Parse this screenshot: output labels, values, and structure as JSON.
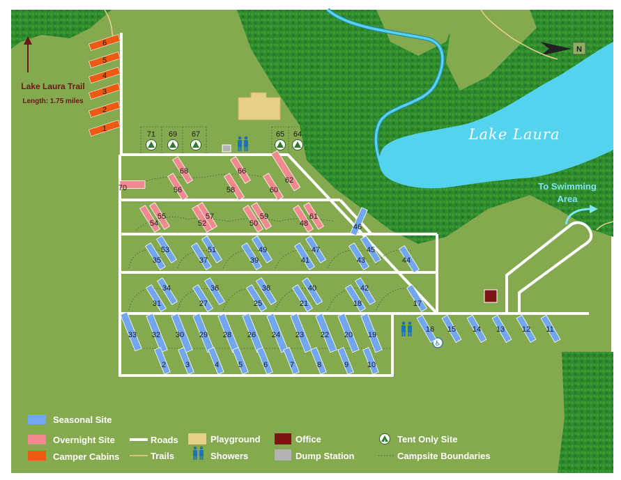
{
  "map": {
    "lake_name": "Lake Laura",
    "swim_line1": "To Swimming",
    "swim_line2": "Area",
    "trail_name": "Lake Laura Trail",
    "trail_length": "Length: 1.75 miles",
    "north_label": "N"
  },
  "colors": {
    "seasonal": "#72a6ef",
    "overnight": "#f08a8e",
    "cabin": "#ef5a13",
    "office": "#7d1414",
    "dump": "#b3b3b3",
    "playground": "#e6cf86",
    "lake": "#54d3ee",
    "forest": "#2f8a2c",
    "grass": "#84a94f",
    "showers": "#1b74b7"
  },
  "sites": {
    "cabins": [
      "6",
      "5",
      "4",
      "3",
      "2",
      "1"
    ],
    "tent_sites": [
      "71",
      "69",
      "67",
      "65",
      "64"
    ],
    "overnight": [
      "70",
      "68",
      "56",
      "66",
      "58",
      "62",
      "60",
      "55",
      "54",
      "57",
      "52",
      "59",
      "50",
      "61",
      "48"
    ],
    "seasonal": [
      "46",
      "53",
      "35",
      "51",
      "37",
      "49",
      "39",
      "47",
      "41",
      "45",
      "43",
      "44",
      "34",
      "31",
      "36",
      "27",
      "38",
      "25",
      "40",
      "21",
      "42",
      "18",
      "17",
      "33",
      "32",
      "30",
      "29",
      "28",
      "26",
      "24",
      "23",
      "22",
      "20",
      "19",
      "2",
      "3",
      "4",
      "5",
      "6",
      "7",
      "8",
      "9",
      "10",
      "16",
      "15",
      "14",
      "13",
      "12",
      "11"
    ]
  },
  "legend": {
    "seasonal": "Seasonal Site",
    "overnight": "Overnight Site",
    "cabins": "Camper Cabins",
    "roads": "Roads",
    "trails": "Trails",
    "playground": "Playground",
    "showers": "Showers",
    "office": "Office",
    "dump": "Dump Station",
    "tent": "Tent Only Site",
    "boundaries": "Campsite Boundaries"
  }
}
